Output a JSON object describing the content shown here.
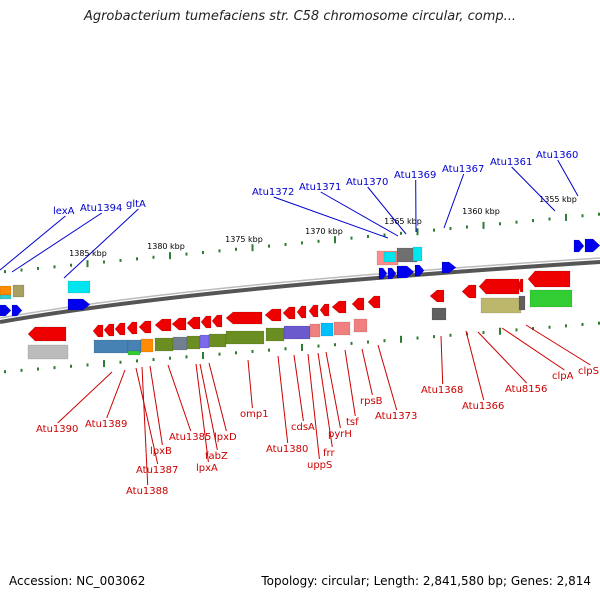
{
  "title": "Agrobacterium tumefaciens str. C58 chromosome circular, comp...",
  "footer": {
    "accession": "Accession: NC_003062",
    "summary": "Topology: circular; Length: 2,841,580 bp; Genes: 2,814"
  },
  "colors": {
    "backbone": "#666666",
    "tick": "#2e7d32",
    "forward_label": "#0000cc",
    "reverse_label": "#cc0000",
    "forward_gene": "#0000ee",
    "reverse_gene": "#ee0000"
  },
  "scale_labels": [
    "1385 kbp",
    "1380 kbp",
    "1375 kbp",
    "1370 kbp",
    "1365 kbp",
    "1360 kbp",
    "1355 kbp"
  ],
  "forward_genes": [
    "lexA",
    "Atu1394",
    "gltA",
    "Atu1372",
    "Atu1371",
    "Atu1370",
    "Atu1369",
    "Atu1367",
    "Atu1361",
    "Atu1360"
  ],
  "reverse_genes": [
    "Atu1390",
    "Atu1389",
    "Atu1387",
    "Atu1388",
    "lpxB",
    "Atu1385",
    "fabZ",
    "lpxA",
    "lpxD",
    "omp1",
    "Atu1380",
    "cdsA",
    "uppS",
    "frr",
    "pyrH",
    "tsf",
    "rpsB",
    "Atu1373",
    "Atu1368",
    "Atu1366",
    "Atu8156",
    "clpA",
    "clpS"
  ]
}
